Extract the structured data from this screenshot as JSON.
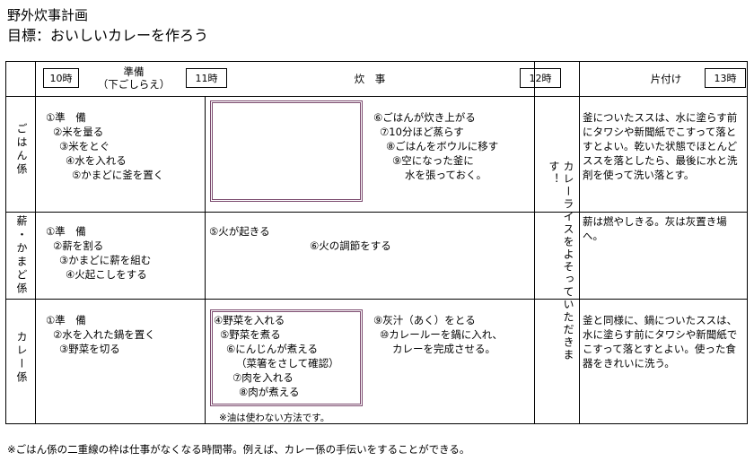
{
  "header": {
    "title": "野外炊事計画",
    "goal": "目標：おいしいカレーを作ろう"
  },
  "columns": {
    "time_10": "10時",
    "prep_label": "準備",
    "prep_sub": "（下ごしらえ）",
    "time_11": "11時",
    "cook_label": "炊　事",
    "time_12": "12時",
    "cleanup_label": "片付け",
    "time_13": "13時"
  },
  "rows": {
    "rice": {
      "label": "ごはん係",
      "prep": [
        "①準　備",
        "②米を量る",
        "③米をとぐ",
        "④水を入れる",
        "⑤かまどに釜を置く"
      ],
      "cook": [
        "⑥ごはんが炊き上がる",
        "⑦10分ほど蒸らす",
        "⑧ごはんをボウルに移す",
        "⑨空になった釜に",
        "水を張っておく。"
      ],
      "cleanup": "釜についたススは、水に塗らす前にタワシや新聞紙でこすって落とすとよい。乾いた状態でほとんどススを落としたら、最後に水と洗剤を使って洗い落とす。"
    },
    "firewood": {
      "label": "薪・かまど係",
      "prep": [
        "①準　備",
        "②薪を割る",
        "③かまどに薪を組む",
        "④火起こしをする"
      ],
      "cook": [
        "⑤火が起きる",
        "⑥火の調節をする"
      ],
      "cleanup": "薪は燃やしきる。灰は灰置き場へ。"
    },
    "curry": {
      "label": "カレー係",
      "prep": [
        "①準　備",
        "②水を入れた鍋を置く",
        "③野菜を切る"
      ],
      "cook_box": [
        "④野菜を入れる",
        "⑤野菜を煮る",
        "⑥にんじんが煮える",
        "（菜箸をさして確認）",
        "⑦肉を入れる",
        "⑧肉が煮える"
      ],
      "cook_right": [
        "⑨灰汁（あく）をとる",
        "⑩カレールーを鍋に入れ、",
        "カレーを完成させる。"
      ],
      "cook_note": "※油は使わない方法です。",
      "cleanup": "釜と同様に、鍋についたススは、水に塗らす前にタワシや新聞紙でこすって落とすとよい。使った食器をきれいに洗う。"
    }
  },
  "vertical_message": "カレーライスをよそっていただきます！",
  "footer_note": "※ごはん係の二重線の枠は仕事がなくなる時間帯。例えば、カレー係の手伝いをすることができる。",
  "colors": {
    "double_border": "#7b4a6e"
  }
}
